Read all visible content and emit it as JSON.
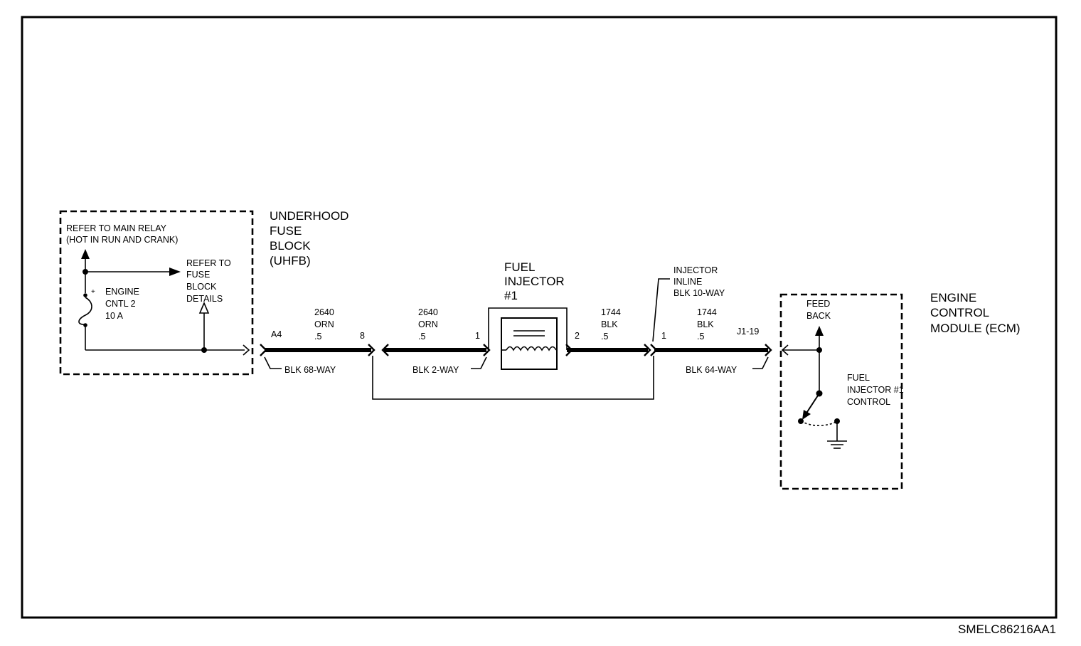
{
  "diagram_id": "SMELC86216AA1",
  "fuse_block": {
    "title_lines": [
      "UNDERHOOD",
      "FUSE",
      "BLOCK",
      "(UHFB)"
    ],
    "main_relay_lines": [
      "REFER TO MAIN RELAY",
      "(HOT IN RUN AND CRANK)"
    ],
    "fuse_details_lines": [
      "REFER TO",
      "FUSE",
      "BLOCK",
      "DETAILS"
    ],
    "fuse_lines": [
      "ENGINE",
      "CNTL 2",
      "10 A"
    ],
    "fuse_polarity": "+"
  },
  "injector": {
    "title_lines": [
      "FUEL",
      "INJECTOR",
      "#1"
    ]
  },
  "inline_connector": {
    "label_lines": [
      "INJECTOR",
      "INLINE",
      "BLK 10-WAY"
    ]
  },
  "ecm": {
    "title_lines": [
      "ENGINE",
      "CONTROL",
      "MODULE (ECM)"
    ],
    "feedback_lines": [
      "FEED",
      "BACK"
    ],
    "control_lines": [
      "FUEL",
      "INJECTOR #1",
      "CONTROL"
    ]
  },
  "wire_1": {
    "circuit": "2640",
    "color": "ORN",
    "gauge": ".5",
    "pin_left": "A4",
    "pin_right": "8",
    "connector": "BLK 68-WAY"
  },
  "wire_2": {
    "circuit": "2640",
    "color": "ORN",
    "gauge": ".5",
    "pin_right": "1",
    "connector": "BLK 2-WAY"
  },
  "wire_3": {
    "circuit": "1744",
    "color": "BLK",
    "gauge": ".5",
    "pin_left": "2"
  },
  "wire_4": {
    "circuit": "1744",
    "color": "BLK",
    "gauge": ".5",
    "pin_left": "1",
    "pin_right": "J1-19",
    "connector": "BLK 64-WAY"
  }
}
